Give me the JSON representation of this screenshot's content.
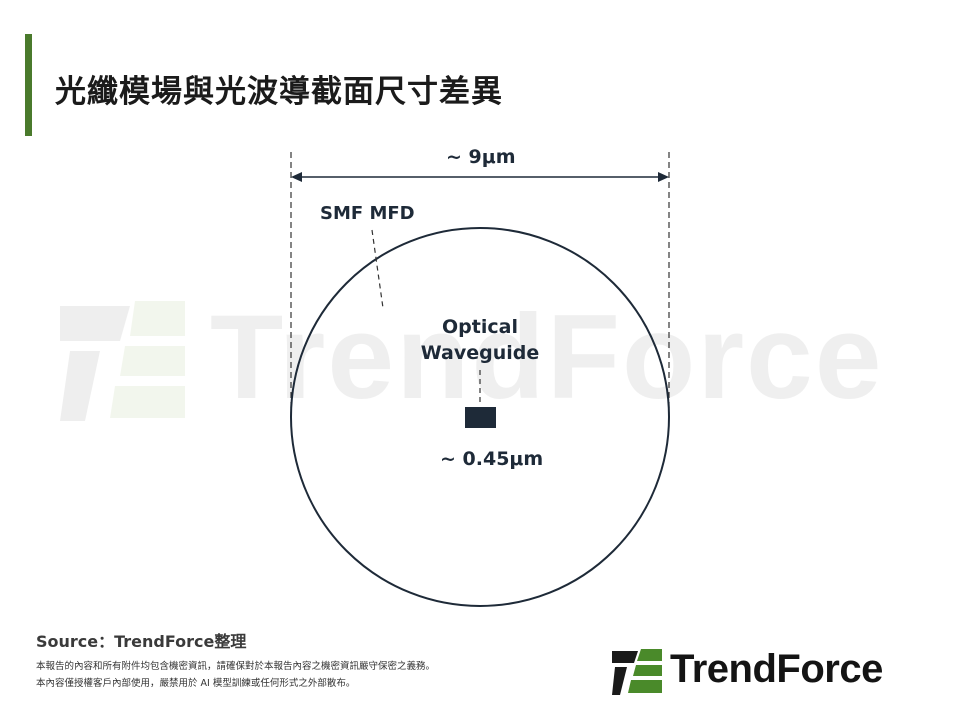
{
  "title": "光纖模場與光波導截面尺寸差異",
  "diagram": {
    "fiber_dimension": "~ 9μm",
    "fiber_label": "SMF MFD",
    "waveguide_label_line1": "Optical",
    "waveguide_label_line2": "Waveguide",
    "waveguide_dimension": "~ 0.45μm"
  },
  "footer": {
    "source": "Source：TrendForce整理",
    "note1": "本報告的內容和所有附件均包含機密資訊，請確保對於本報告內容之機密資訊嚴守保密之義務。",
    "note2": "本內容僅授權客戶內部使用，嚴禁用於 AI 模型訓練或任何形式之外部散布。"
  },
  "logo": {
    "text": "TrendForce",
    "watermark_text": "TrendForce"
  },
  "colors": {
    "brand_green": "#4a7a2c",
    "logo_dark": "#1a1a1a",
    "navy": "#1e2a38"
  }
}
